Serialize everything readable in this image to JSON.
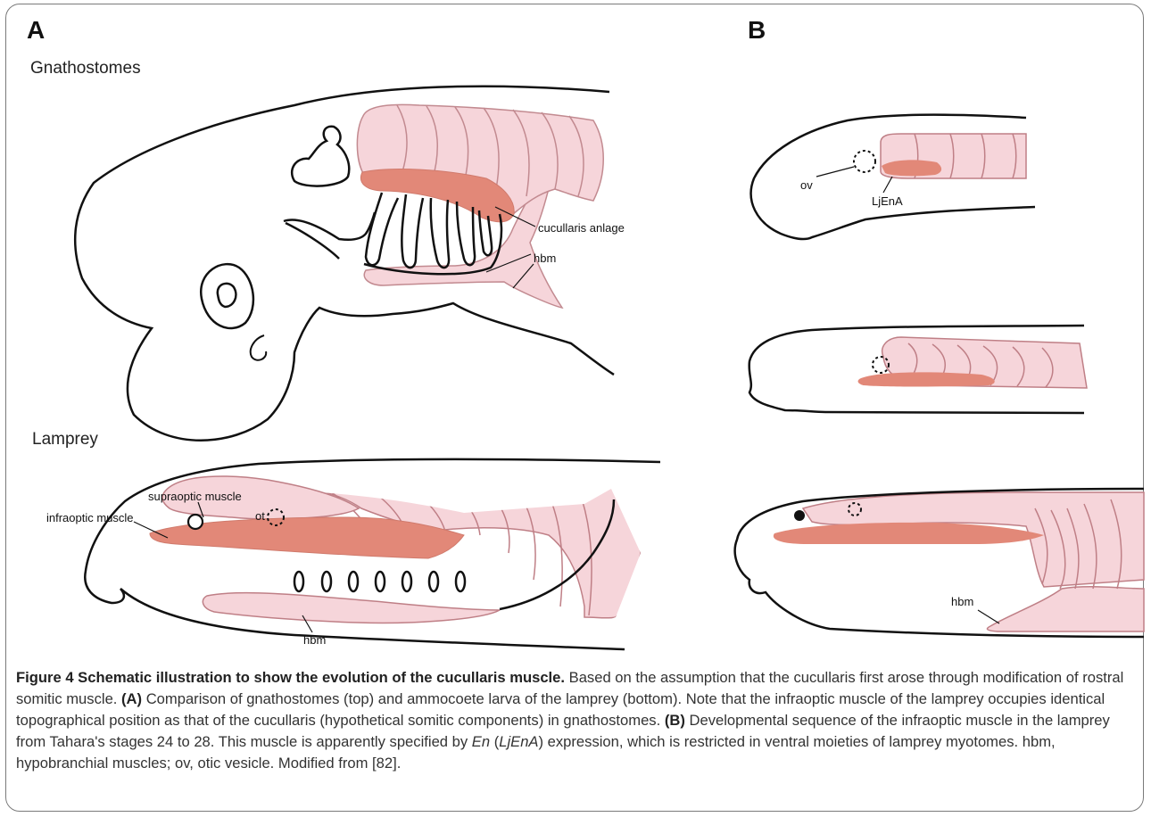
{
  "panels": {
    "a_letter": "A",
    "b_letter": "B",
    "gnathostomes_heading": "Gnathostomes",
    "lamprey_heading": "Lamprey"
  },
  "labels": {
    "cucullaris_anlage": "cucullaris anlage",
    "hbm": "hbm",
    "supraoptic_muscle": "supraoptic muscle",
    "infraoptic_muscle": "infraoptic muscle",
    "ot": "ot",
    "ov": "ov",
    "ljena": "LjEnA"
  },
  "colors": {
    "pale_muscle": "#f6d5da",
    "dark_muscle": "#e28878",
    "muscle_stroke": "#bf7f86",
    "outline": "#111111"
  },
  "caption": {
    "title": "Figure 4 Schematic illustration to show the evolution of the cucullaris muscle.",
    "s1": " Based on the assumption that the cucullaris first arose through modification of rostral somitic muscle. ",
    "a_tag": "(A)",
    "s2": " Comparison of gnathostomes (top) and ammocoete larva of the lamprey (bottom). Note that the infraoptic muscle of the lamprey occupies identical topographical position as that of the cucullaris (hypothetical somitic components) in gnathostomes. ",
    "b_tag": "(B)",
    "s3": " Developmental sequence of the infraoptic muscle in the lamprey from Tahara's stages 24 to 28. This muscle is apparently specified by ",
    "en": "En",
    "s4": " (",
    "ljena": "LjEnA",
    "s5": ") expression, which is restricted in ventral moieties of lamprey myotomes. hbm, hypobranchial muscles; ov, otic vesicle. Modified from [82]."
  }
}
